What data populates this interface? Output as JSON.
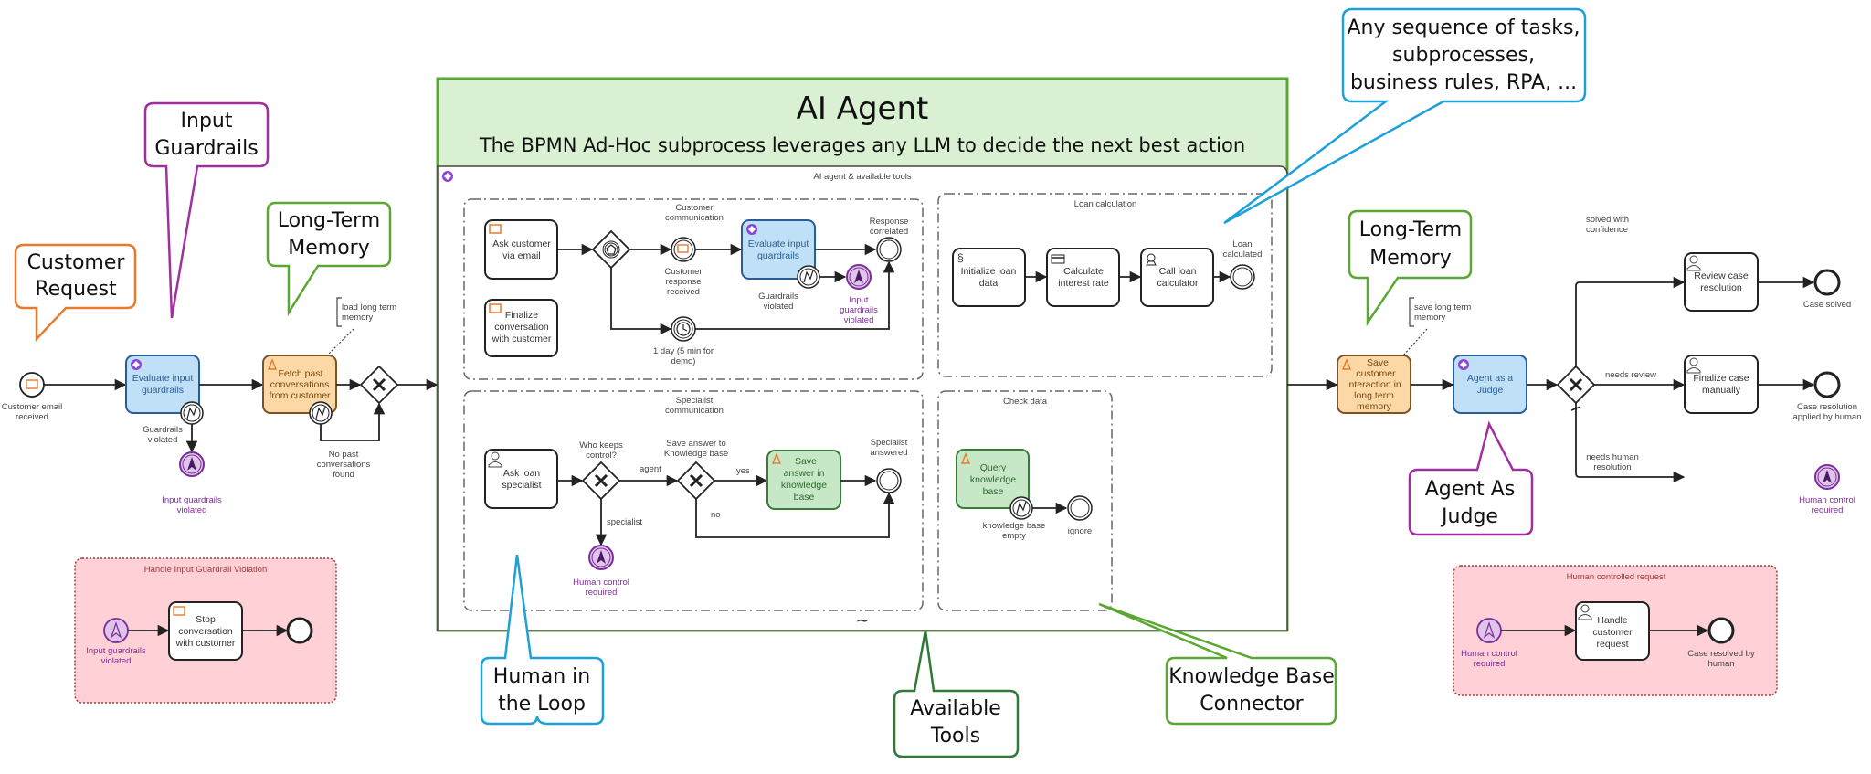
{
  "colors": {
    "agent_border": "#5aa832",
    "agent_fill": "#d9f0d2",
    "task_blue_fill": "#bfe0f7",
    "task_blue_stroke": "#2a5d96",
    "task_orange_fill": "#fbd8a6",
    "task_orange_stroke": "#7a5326",
    "task_green_fill": "#c7e8c7",
    "task_green_stroke": "#3a7a3a",
    "escalation_purple": "#7b2d99",
    "event_subprocess_fill": "#ffd0d5",
    "event_subprocess_border": "#a33a3a",
    "callout_orange": "#e87a2e",
    "callout_purple": "#a22fa0",
    "callout_green": "#5aa832",
    "callout_darkgreen": "#2e7a36",
    "callout_blue": "#1ea0d8"
  },
  "callouts": {
    "customer_request": [
      "Customer",
      "Request"
    ],
    "input_guardrails": [
      "Input",
      "Guardrails"
    ],
    "ltm_left": [
      "Long-Term",
      "Memory"
    ],
    "ltm_right": [
      "Long-Term",
      "Memory"
    ],
    "any_sequence": [
      "Any sequence of tasks,",
      "subprocesses,",
      "business rules, RPA, ..."
    ],
    "agent_as_judge": [
      "Agent As",
      "Judge"
    ],
    "human_in_loop": [
      "Human in",
      "the Loop"
    ],
    "available_tools": [
      "Available",
      "Tools"
    ],
    "kb_connector": [
      "Knowledge Base",
      "Connector"
    ]
  },
  "ai_agent": {
    "title": "AI Agent",
    "subtitle": "The BPMN Ad-Hoc subprocess leverages any LLM to decide the next best action",
    "inner_label": "AI agent & available tools",
    "adhoc_marker": "~"
  },
  "left_flow": {
    "start_event": [
      "Customer email",
      "received"
    ],
    "evaluate_task": [
      "Evaluate input",
      "guardrails"
    ],
    "guardrails_violated": [
      "Guardrails",
      "violated"
    ],
    "input_guardrails_violated": [
      "Input guardrails",
      "violated"
    ],
    "fetch_task": [
      "Fetch past",
      "conversations",
      "from customer"
    ],
    "no_past": [
      "No past",
      "conversations",
      "found"
    ],
    "annotation": [
      "load long term",
      "memory"
    ]
  },
  "left_event_subprocess": {
    "title": "Handle Input Guardrail Violation",
    "start": [
      "Input guardrails",
      "violated"
    ],
    "task": [
      "Stop",
      "conversation",
      "with customer"
    ]
  },
  "customer_comm": {
    "title": [
      "Customer",
      "communication"
    ],
    "ask_task": [
      "Ask customer",
      "via email"
    ],
    "finalize_task": [
      "Finalize",
      "conversation",
      "with customer"
    ],
    "response_received": [
      "Customer",
      "response",
      "received"
    ],
    "evaluate_task": [
      "Evaluate input",
      "guardrails"
    ],
    "guardrails_violated": [
      "Guardrails",
      "violated"
    ],
    "input_guardrails_violated": [
      "Input",
      "guardrails",
      "violated"
    ],
    "response_correlated": [
      "Response",
      "correlated"
    ],
    "timer": [
      "1 day (5 min for",
      "demo)"
    ]
  },
  "loan_calc": {
    "title": "Loan calculation",
    "task1": [
      "Initialize loan",
      "data"
    ],
    "task2": [
      "Calculate",
      "interest rate"
    ],
    "task3": [
      "Call loan",
      "calculator"
    ],
    "end": [
      "Loan",
      "calculated"
    ]
  },
  "specialist_comm": {
    "title": [
      "Specialist",
      "communication"
    ],
    "ask_task": [
      "Ask loan",
      "specialist"
    ],
    "gw1_label": [
      "Who keeps",
      "control?"
    ],
    "agent_flow": "agent",
    "specialist_flow": "specialist",
    "human_control": [
      "Human control",
      "required"
    ],
    "gw2_label": [
      "Save answer to",
      "Knowledge base"
    ],
    "yes_flow": "yes",
    "no_flow": "no",
    "save_task": [
      "Save",
      "answer in",
      "knowledge",
      "base"
    ],
    "end": [
      "Specialist",
      "answered"
    ]
  },
  "check_data": {
    "title": "Check data",
    "task": [
      "Query",
      "knowledge",
      "base"
    ],
    "kb_empty": [
      "knowledge base",
      "empty"
    ],
    "ignore": "ignore"
  },
  "right_flow": {
    "annotation": [
      "save long term",
      "memory"
    ],
    "save_task": [
      "Save",
      "customer",
      "interaction in",
      "long term",
      "memory"
    ],
    "judge_task": [
      "Agent as a",
      "Judge"
    ],
    "solved_flow": [
      "solved with",
      "confidence"
    ],
    "review_flow": "needs review",
    "human_flow": [
      "needs human",
      "resolution"
    ],
    "review_task": [
      "Review case",
      "resolution"
    ],
    "finalize_task": [
      "Finalize case",
      "manually"
    ],
    "case_solved": "Case solved",
    "case_applied": [
      "Case resolution",
      "applied by human"
    ],
    "human_control": [
      "Human control",
      "required"
    ]
  },
  "right_event_subprocess": {
    "title": "Human controlled request",
    "start": [
      "Human control",
      "required"
    ],
    "task": [
      "Handle",
      "customer",
      "request"
    ],
    "end": [
      "Case resolved by",
      "human"
    ]
  }
}
